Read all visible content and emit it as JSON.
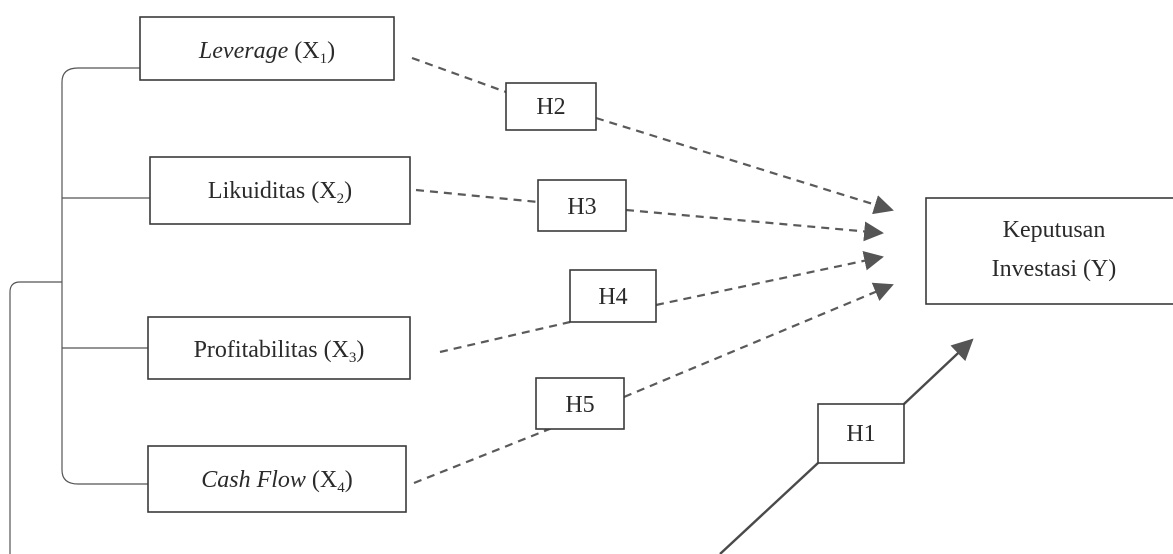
{
  "variables": {
    "x1": {
      "name": "Leverage",
      "symbol": "X",
      "sub": "1"
    },
    "x2": {
      "name": "Likuiditas",
      "symbol": "X",
      "sub": "2"
    },
    "x3": {
      "name": "Profitabilitas",
      "symbol": "X",
      "sub": "3"
    },
    "x4": {
      "name": "Cash Flow",
      "symbol": "X",
      "sub": "4"
    },
    "y": {
      "line1": "Keputusan",
      "line2": "Investasi",
      "symbol": "(Y)"
    }
  },
  "hypotheses": {
    "h1": "H1",
    "h2": "H2",
    "h3": "H3",
    "h4": "H4",
    "h5": "H5"
  },
  "colors": {
    "line": "#5a5a5a",
    "box_border": "#3a3a3a",
    "text": "#2a2a2a"
  }
}
